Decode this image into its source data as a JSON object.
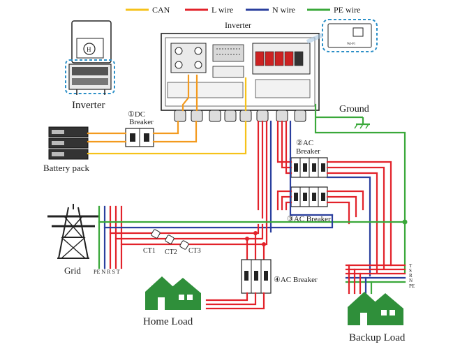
{
  "legend": {
    "items": [
      {
        "label": "CAN",
        "color": "#f6c21a"
      },
      {
        "label": "L wire",
        "color": "#e2222a"
      },
      {
        "label": "N wire",
        "color": "#2a3f9e"
      },
      {
        "label": "PE wire",
        "color": "#3aa83a"
      }
    ]
  },
  "labels": {
    "inverter_top": "Inverter",
    "inverter_side": "Inverter",
    "battery_pack": "Battery pack",
    "dc_breaker_num": "①DC",
    "dc_breaker_word": "Breaker",
    "ground": "Ground",
    "ac_breaker2_num": "②AC",
    "ac_breaker2_word": "Breaker",
    "ac_breaker3": "③AC Breaker",
    "ac_breaker4": "④AC Breaker",
    "grid": "Grid",
    "grid_terminals": "PE N R S T",
    "ct1": "CT1",
    "ct2": "CT2",
    "ct3": "CT3",
    "home_load": "Home Load",
    "backup_load": "Backup Load",
    "backup_T": "T",
    "backup_S": "S",
    "backup_R": "R",
    "backup_N": "N",
    "backup_PE": "PE",
    "port_label": "Wi-Fi"
  }
}
